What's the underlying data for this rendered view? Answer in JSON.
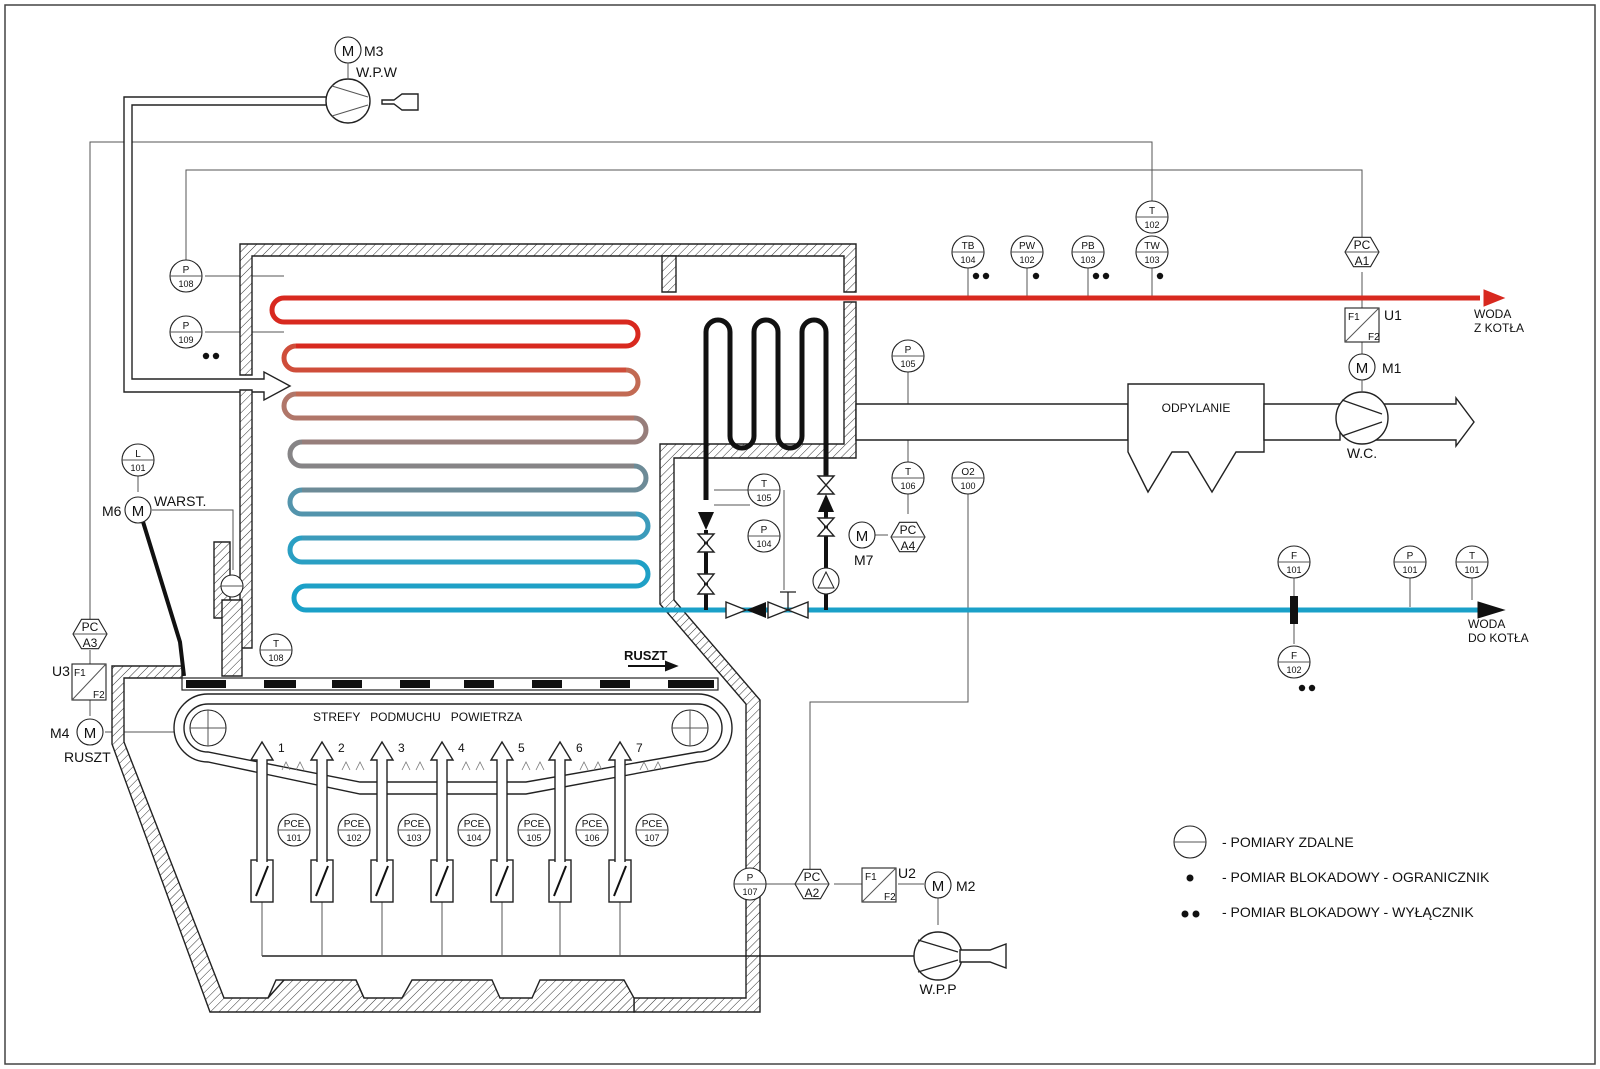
{
  "colors": {
    "hot_water": "#d8291f",
    "cold_water": "#1aa0c8",
    "coil_gradient": [
      "#d8291f",
      "#cb5a45",
      "#b06f63",
      "#8f7b7c",
      "#5f8ea0",
      "#36a0c0",
      "#1aa0c8"
    ]
  },
  "labels": {
    "m3": "M",
    "m3_tag": "M3",
    "wpw": "W.P.W",
    "m1": "M",
    "m1_tag": "M1",
    "wc": "W.C.",
    "m6": "M",
    "m6_tag": "M6",
    "warst": "WARST.",
    "m4": "M",
    "m4_tag": "M4",
    "ruszt_motor": "RUSZT",
    "m7": "M",
    "m7_tag": "M7",
    "m2": "M",
    "m2_tag": "M2",
    "wpp": "W.P.P",
    "u1": "U1",
    "u2": "U2",
    "u3": "U3",
    "f1": "F1",
    "f2": "F2",
    "woda_z_kotla_1": "WODA",
    "woda_z_kotla_2": "Z KOTŁA",
    "woda_do_kotla_1": "WODA",
    "woda_do_kotla_2": "DO KOTŁA",
    "odpylanie": "ODPYLANIE",
    "ruszt": "RUSZT",
    "strefy": "STREFY   PODMUCHU   POWIETRZA",
    "zones": [
      "1",
      "2",
      "3",
      "4",
      "5",
      "6",
      "7"
    ]
  },
  "instruments": {
    "p108": {
      "top": "P",
      "bottom": "108"
    },
    "p109": {
      "top": "P",
      "bottom": "109"
    },
    "l101": {
      "top": "L",
      "bottom": "101"
    },
    "t108": {
      "top": "T",
      "bottom": "108"
    },
    "tb104": {
      "top": "TB",
      "bottom": "104"
    },
    "pw102": {
      "top": "PW",
      "bottom": "102"
    },
    "pb103": {
      "top": "PB",
      "bottom": "103"
    },
    "t102": {
      "top": "T",
      "bottom": "102"
    },
    "tw103": {
      "top": "TW",
      "bottom": "103"
    },
    "pca1": {
      "top": "PC",
      "bottom": "A1"
    },
    "p105": {
      "top": "P",
      "bottom": "105"
    },
    "t106": {
      "top": "T",
      "bottom": "106"
    },
    "o2100": {
      "top": "O2",
      "bottom": "100"
    },
    "pca4": {
      "top": "PC",
      "bottom": "A4"
    },
    "t105": {
      "top": "T",
      "bottom": "105"
    },
    "p104": {
      "top": "P",
      "bottom": "104"
    },
    "f101": {
      "top": "F",
      "bottom": "101"
    },
    "p101": {
      "top": "P",
      "bottom": "101"
    },
    "t101": {
      "top": "T",
      "bottom": "101"
    },
    "f102": {
      "top": "F",
      "bottom": "102"
    },
    "pca3": {
      "top": "PC",
      "bottom": "A3"
    },
    "p107": {
      "top": "P",
      "bottom": "107"
    },
    "pca2": {
      "top": "PC",
      "bottom": "A2"
    },
    "pce": [
      {
        "top": "PCE",
        "bottom": "101"
      },
      {
        "top": "PCE",
        "bottom": "102"
      },
      {
        "top": "PCE",
        "bottom": "103"
      },
      {
        "top": "PCE",
        "bottom": "104"
      },
      {
        "top": "PCE",
        "bottom": "105"
      },
      {
        "top": "PCE",
        "bottom": "106"
      },
      {
        "top": "PCE",
        "bottom": "107"
      }
    ]
  },
  "legend": {
    "remote": "- POMIARY ZDALNE",
    "interlock_limiter": "- POMIAR BLOKADOWY - OGRANICZNIK",
    "interlock_switch": "- POMIAR BLOKADOWY - WYŁĄCZNIK"
  }
}
